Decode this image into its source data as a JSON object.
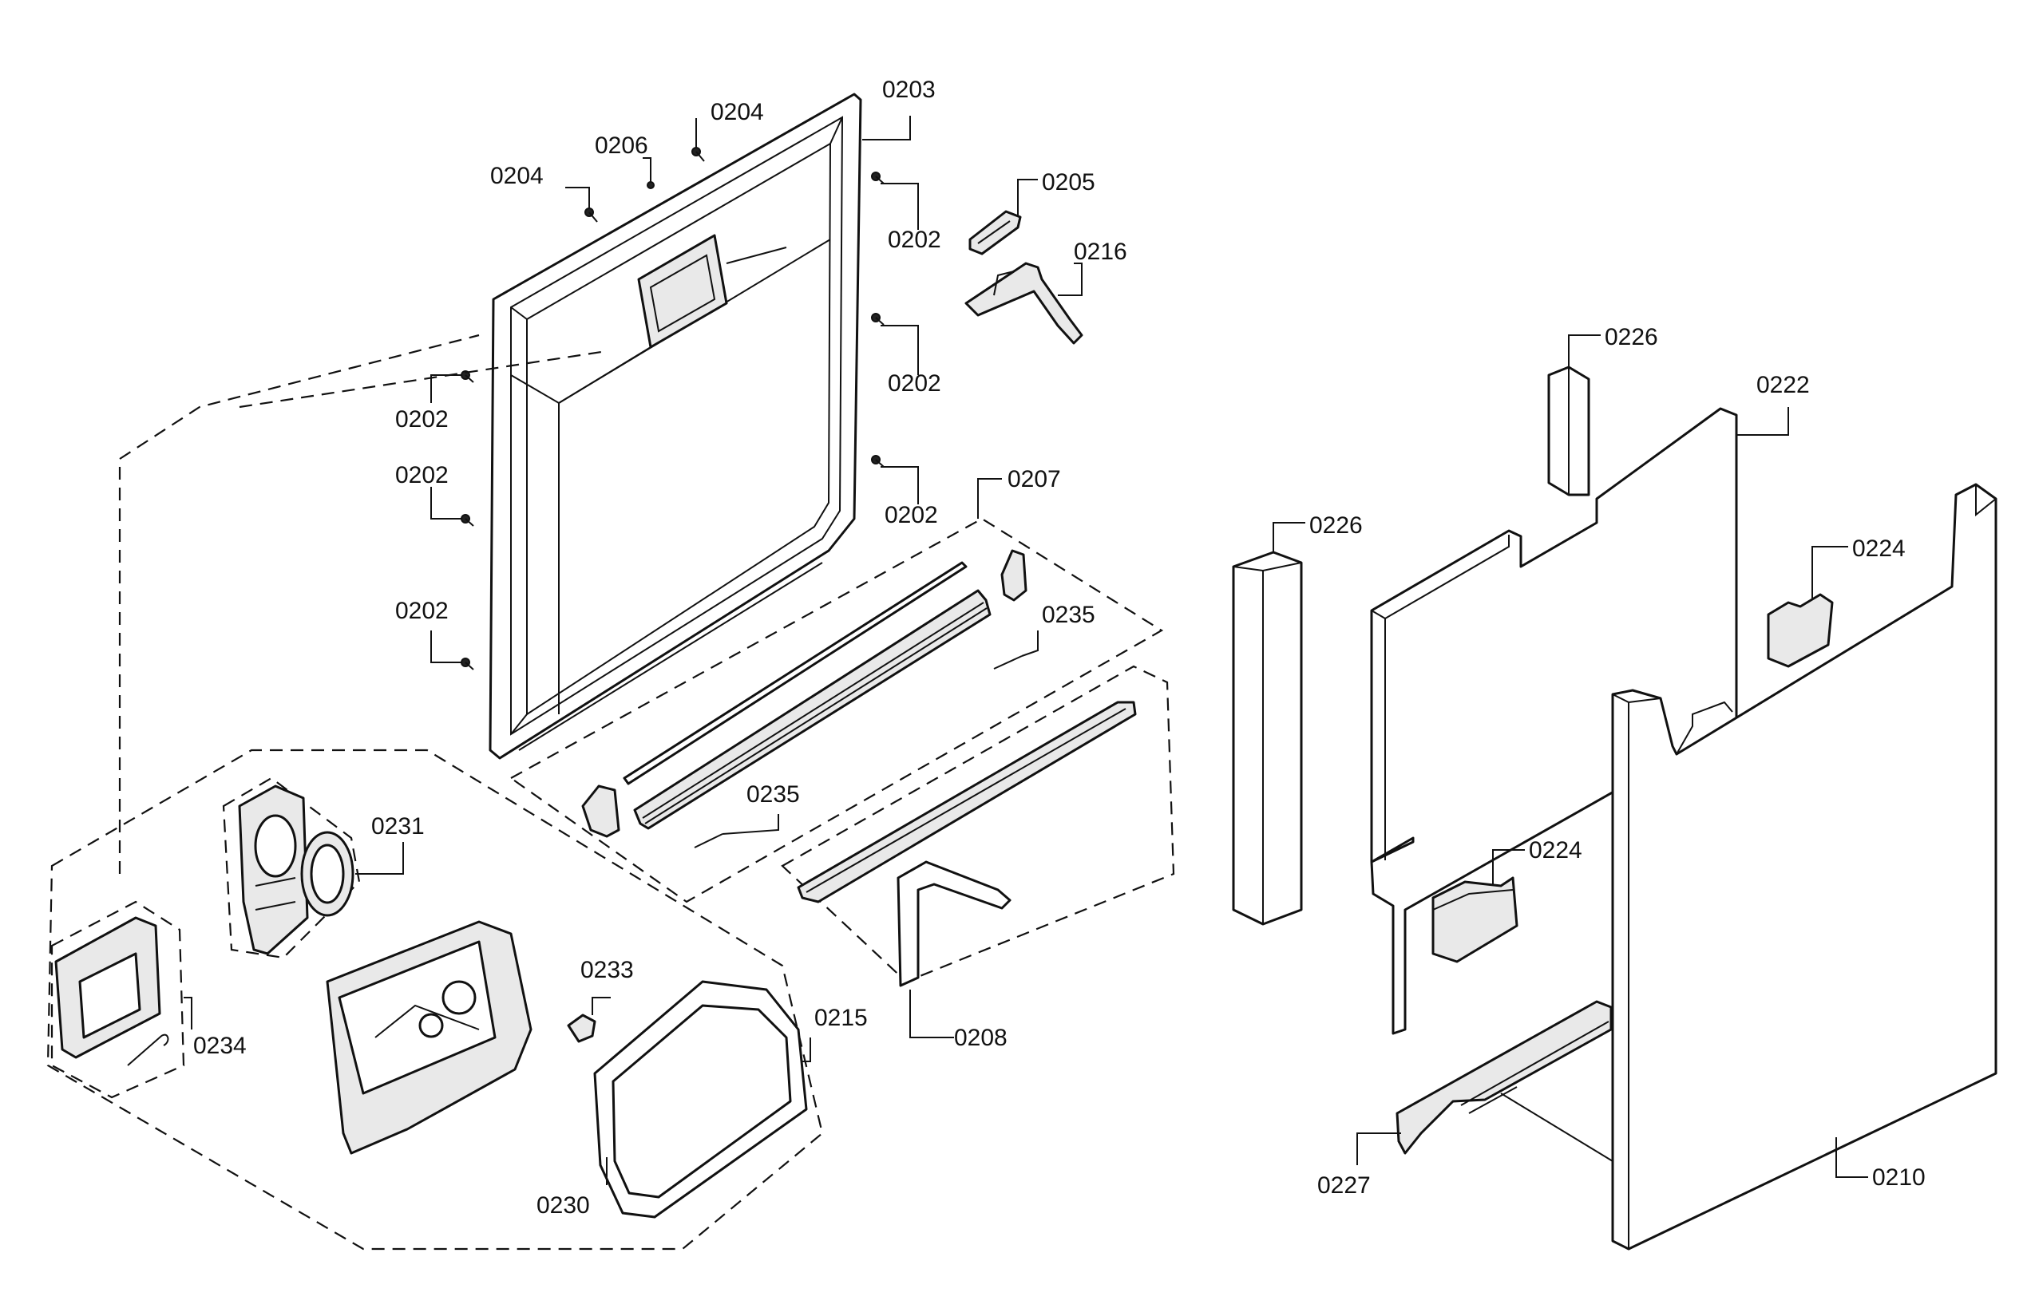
{
  "labels": [
    {
      "id": "0203",
      "text": "0203"
    },
    {
      "id": "0204a",
      "text": "0204"
    },
    {
      "id": "0204b",
      "text": "0204"
    },
    {
      "id": "0206",
      "text": "0206"
    },
    {
      "id": "0205",
      "text": "0205"
    },
    {
      "id": "0216",
      "text": "0216"
    },
    {
      "id": "0202a",
      "text": "0202"
    },
    {
      "id": "0202b",
      "text": "0202"
    },
    {
      "id": "0202c",
      "text": "0202"
    },
    {
      "id": "0202d",
      "text": "0202"
    },
    {
      "id": "0202e",
      "text": "0202"
    },
    {
      "id": "0202f",
      "text": "0202"
    },
    {
      "id": "0207",
      "text": "0207"
    },
    {
      "id": "0235a",
      "text": "0235"
    },
    {
      "id": "0235b",
      "text": "0235"
    },
    {
      "id": "0231",
      "text": "0231"
    },
    {
      "id": "0233",
      "text": "0233"
    },
    {
      "id": "0234",
      "text": "0234"
    },
    {
      "id": "0215",
      "text": "0215"
    },
    {
      "id": "0230",
      "text": "0230"
    },
    {
      "id": "0208",
      "text": "0208"
    },
    {
      "id": "0226a",
      "text": "0226"
    },
    {
      "id": "0226b",
      "text": "0226"
    },
    {
      "id": "0222",
      "text": "0222"
    },
    {
      "id": "0224a",
      "text": "0224"
    },
    {
      "id": "0224b",
      "text": "0224"
    },
    {
      "id": "0227",
      "text": "0227"
    },
    {
      "id": "0210",
      "text": "0210"
    }
  ]
}
